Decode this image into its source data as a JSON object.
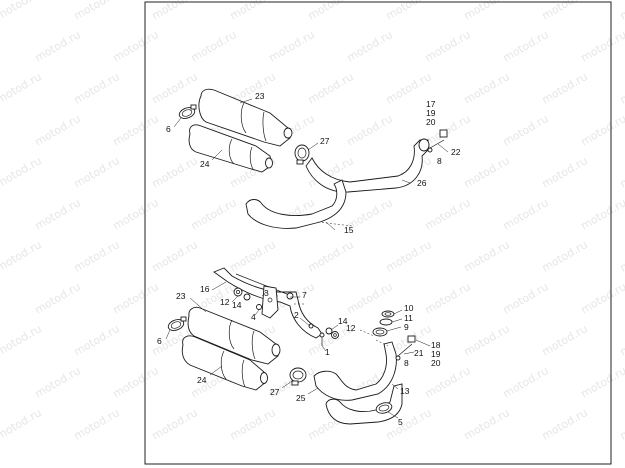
{
  "watermark": {
    "text": "motod.ru"
  },
  "upper_assembly": {
    "callouts": [
      {
        "id": "lbl-23-top",
        "text": "23"
      },
      {
        "id": "lbl-6-top",
        "text": "6"
      },
      {
        "id": "lbl-24-top",
        "text": "24"
      },
      {
        "id": "lbl-27-top",
        "text": "27"
      },
      {
        "id": "lbl-17",
        "text": "17"
      },
      {
        "id": "lbl-19-top",
        "text": "19"
      },
      {
        "id": "lbl-20-top",
        "text": "20"
      },
      {
        "id": "lbl-22",
        "text": "22"
      },
      {
        "id": "lbl-8-top",
        "text": "8"
      },
      {
        "id": "lbl-26",
        "text": "26"
      },
      {
        "id": "lbl-15",
        "text": "15"
      }
    ]
  },
  "lower_assembly": {
    "callouts": [
      {
        "id": "lbl-16",
        "text": "16"
      },
      {
        "id": "lbl-3",
        "text": "3"
      },
      {
        "id": "lbl-7",
        "text": "7"
      },
      {
        "id": "lbl-12a",
        "text": "12"
      },
      {
        "id": "lbl-14a",
        "text": "14"
      },
      {
        "id": "lbl-4",
        "text": "4"
      },
      {
        "id": "lbl-23-bot",
        "text": "23"
      },
      {
        "id": "lbl-2",
        "text": "2"
      },
      {
        "id": "lbl-14b",
        "text": "14"
      },
      {
        "id": "lbl-12b",
        "text": "12"
      },
      {
        "id": "lbl-1",
        "text": "1"
      },
      {
        "id": "lbl-10",
        "text": "10"
      },
      {
        "id": "lbl-11",
        "text": "11"
      },
      {
        "id": "lbl-9",
        "text": "9"
      },
      {
        "id": "lbl-6-bot",
        "text": "6"
      },
      {
        "id": "lbl-18",
        "text": "18"
      },
      {
        "id": "lbl-21",
        "text": "21"
      },
      {
        "id": "lbl-19-bot",
        "text": "19"
      },
      {
        "id": "lbl-8-bot",
        "text": "8"
      },
      {
        "id": "lbl-20-bot",
        "text": "20"
      },
      {
        "id": "lbl-24-bot",
        "text": "24"
      },
      {
        "id": "lbl-27-bot",
        "text": "27"
      },
      {
        "id": "lbl-25",
        "text": "25"
      },
      {
        "id": "lbl-13",
        "text": "13"
      },
      {
        "id": "lbl-5",
        "text": "5"
      }
    ]
  }
}
